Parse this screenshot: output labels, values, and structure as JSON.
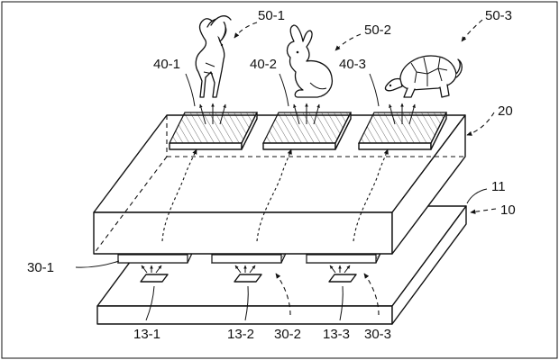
{
  "labels": {
    "fig_50_1": "50-1",
    "fig_50_2": "50-2",
    "fig_50_3": "50-3",
    "display_40_1": "40-1",
    "display_40_2": "40-2",
    "display_40_3": "40-3",
    "panel_20": "20",
    "layer_11": "11",
    "substrate_10": "10",
    "pattern_30_1": "30-1",
    "pattern_30_2": "30-2",
    "pattern_30_3": "30-3",
    "source_13_1": "13-1",
    "source_13_2": "13-2",
    "source_13_3": "13-3"
  },
  "icons": {
    "figure_1": "goat-icon",
    "figure_2": "rabbit-icon",
    "figure_3": "turtle-icon"
  }
}
